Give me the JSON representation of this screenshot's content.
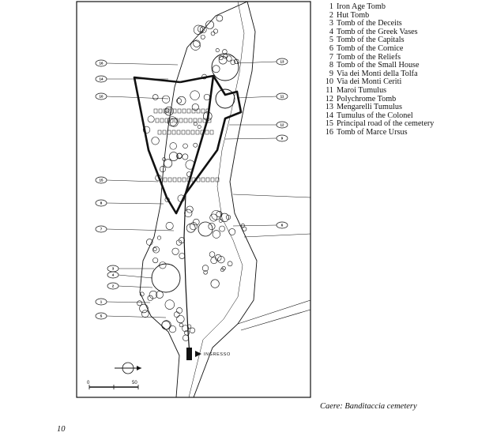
{
  "legend": {
    "items": [
      {
        "num": "1",
        "label": "Iron Age Tomb"
      },
      {
        "num": "2",
        "label": "Hut Tomb"
      },
      {
        "num": "3",
        "label": "Tomb of the Deceits"
      },
      {
        "num": "4",
        "label": "Tomb of the Greek Vases"
      },
      {
        "num": "5",
        "label": "Tomb of the Capitals"
      },
      {
        "num": "6",
        "label": "Tomb of the Cornice"
      },
      {
        "num": "7",
        "label": "Tomb of the Reliefs"
      },
      {
        "num": "8",
        "label": "Tomb of the Small House"
      },
      {
        "num": "9",
        "label": "Via dei Monti della Tolfa"
      },
      {
        "num": "10",
        "label": "Via dei Monti Ceriti"
      },
      {
        "num": "11",
        "label": "Maroi Tumulus"
      },
      {
        "num": "12",
        "label": "Polychrome Tomb"
      },
      {
        "num": "13",
        "label": "Mengarelli Tumulus"
      },
      {
        "num": "14",
        "label": "Tumulus of the Colonel"
      },
      {
        "num": "15",
        "label": "Principal road of the cemetery"
      },
      {
        "num": "16",
        "label": "Tomb of Marce Ursus"
      }
    ]
  },
  "map": {
    "entrance_label": "INGRESSO",
    "scale_start": "0",
    "scale_end": "50",
    "callouts": [
      {
        "num": "16",
        "side": "left"
      },
      {
        "num": "14",
        "side": "left"
      },
      {
        "num": "10",
        "side": "left"
      },
      {
        "num": "13",
        "side": "right"
      },
      {
        "num": "11",
        "side": "right"
      },
      {
        "num": "12",
        "side": "right"
      },
      {
        "num": "9",
        "side": "right"
      },
      {
        "num": "15",
        "side": "left"
      },
      {
        "num": "8",
        "side": "left"
      },
      {
        "num": "7",
        "side": "left"
      },
      {
        "num": "6",
        "side": "right"
      },
      {
        "num": "3",
        "side": "left"
      },
      {
        "num": "4",
        "side": "left"
      },
      {
        "num": "2",
        "side": "left"
      },
      {
        "num": "1",
        "side": "left"
      },
      {
        "num": "5",
        "side": "left"
      }
    ]
  },
  "caption": "Caere: Banditaccia cemetery",
  "page_number": "10"
}
